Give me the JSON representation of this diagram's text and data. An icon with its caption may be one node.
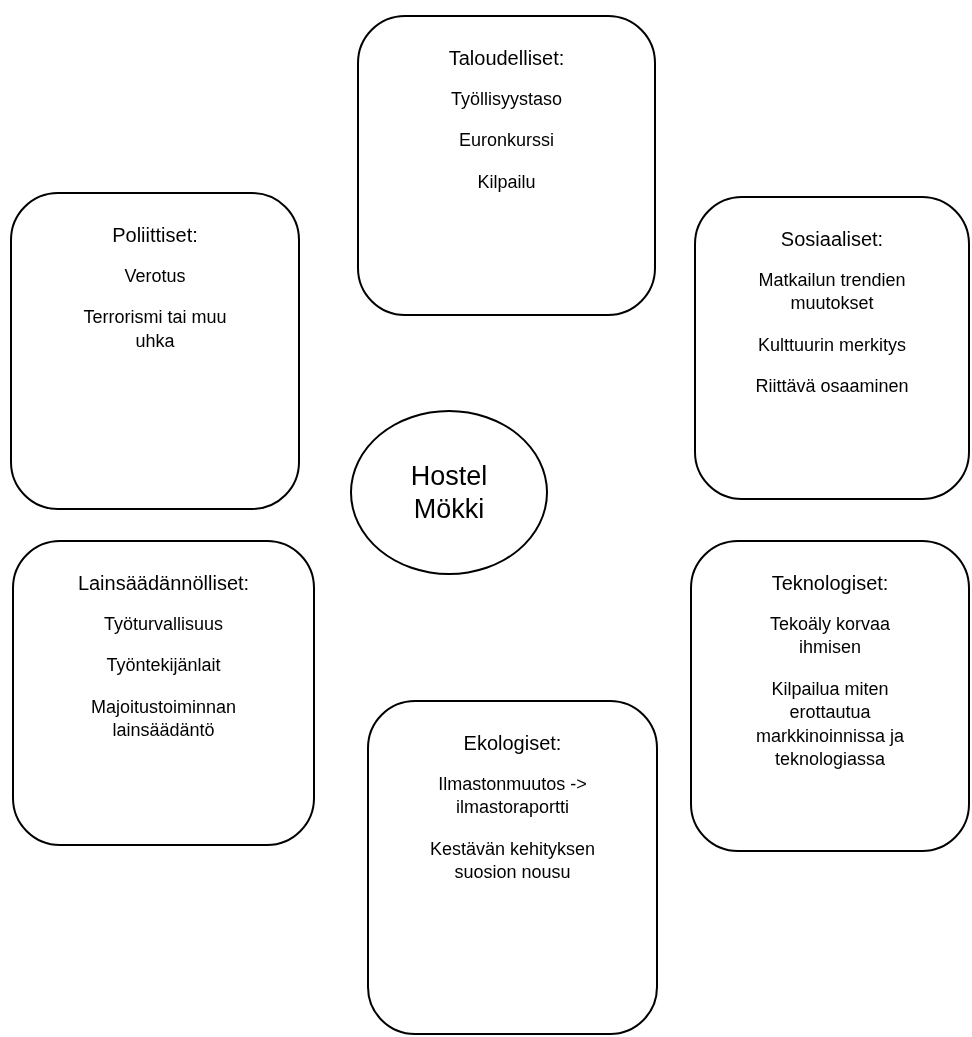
{
  "diagram": {
    "nodes": [
      {
        "text": [
          "Taloudelliset:",
          "Työllisyystaso",
          "Euronkurssi",
          "Kilpailu"
        ]
      },
      {
        "text": [
          "Poliittiset:",
          "Verotus",
          "Terrorismi tai muu uhka"
        ]
      },
      {
        "text": [
          "Sosiaaliset:",
          "Matkailun trendien muutokset",
          "Kulttuurin merkitys",
          "Riittävä osaaminen"
        ]
      },
      {
        "text": [
          "Hostel Mökki"
        ]
      },
      {
        "text": [
          "Lainsäädännölliset:",
          "Työturvallisuus",
          "Työntekijänlait",
          "Majoitustoiminnan lainsäädäntö"
        ]
      },
      {
        "text": [
          "Teknologiset:",
          "Tekoäly korvaa ihmisen",
          "Kilpailua miten erottautua markkinoinnissa ja teknologiassa"
        ]
      },
      {
        "text": [
          "Ekologiset:",
          "Ilmastonmuutos -> ilmastoraportti",
          "Kestävän kehityksen suosion nousu"
        ]
      }
    ]
  }
}
